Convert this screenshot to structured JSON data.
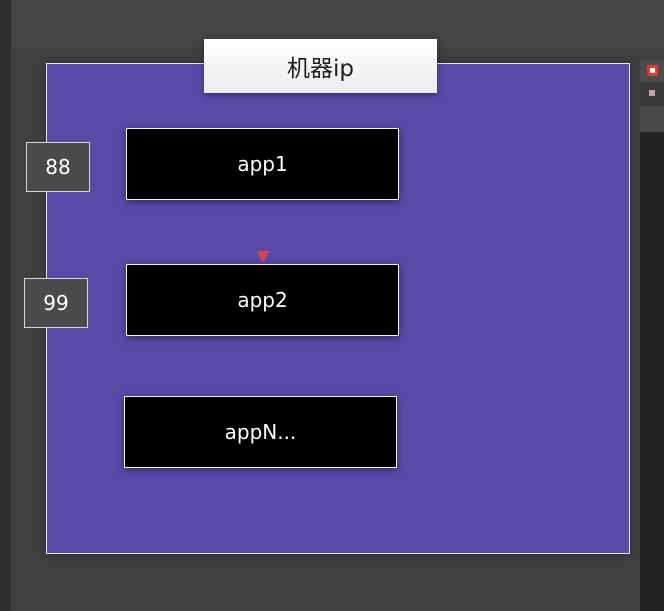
{
  "machine": {
    "label": "机器ip"
  },
  "apps": [
    {
      "label": "app1"
    },
    {
      "label": "app2"
    },
    {
      "label": "appN..."
    }
  ],
  "ports": [
    {
      "label": "88"
    },
    {
      "label": "99"
    }
  ],
  "colors": {
    "background": "#3f3f40",
    "machine_fill": "#5a4aa8",
    "app_fill": "#000000",
    "port_fill": "#4a4a4c",
    "arrow_start": "#9a7ad0",
    "arrow_end": "#e0404a"
  },
  "icons": [
    "close-icon",
    "bullet-icon"
  ]
}
